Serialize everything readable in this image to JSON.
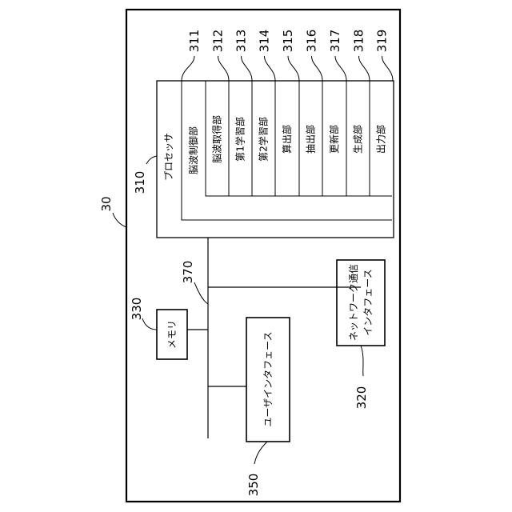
{
  "figure": {
    "device_ref": "30",
    "processor": {
      "ref": "310",
      "label": "プロセッサ",
      "units": [
        {
          "ref": "311",
          "label": "脳波制御部"
        },
        {
          "ref": "312",
          "label": "脳波取得部"
        },
        {
          "ref": "313",
          "label": "第1学習部"
        },
        {
          "ref": "314",
          "label": "第2学習部"
        },
        {
          "ref": "315",
          "label": "算出部"
        },
        {
          "ref": "316",
          "label": "抽出部"
        },
        {
          "ref": "317",
          "label": "更新部"
        },
        {
          "ref": "318",
          "label": "生成部"
        },
        {
          "ref": "319",
          "label": "出力部"
        }
      ]
    },
    "network_interface": {
      "ref": "320",
      "label_line1": "ネットワーク通信",
      "label_line2": "インタフェース"
    },
    "memory": {
      "ref": "330",
      "label": "メモリ"
    },
    "user_interface": {
      "ref": "350",
      "label": "ユーザインタフェース"
    },
    "bus": {
      "ref": "370"
    }
  }
}
